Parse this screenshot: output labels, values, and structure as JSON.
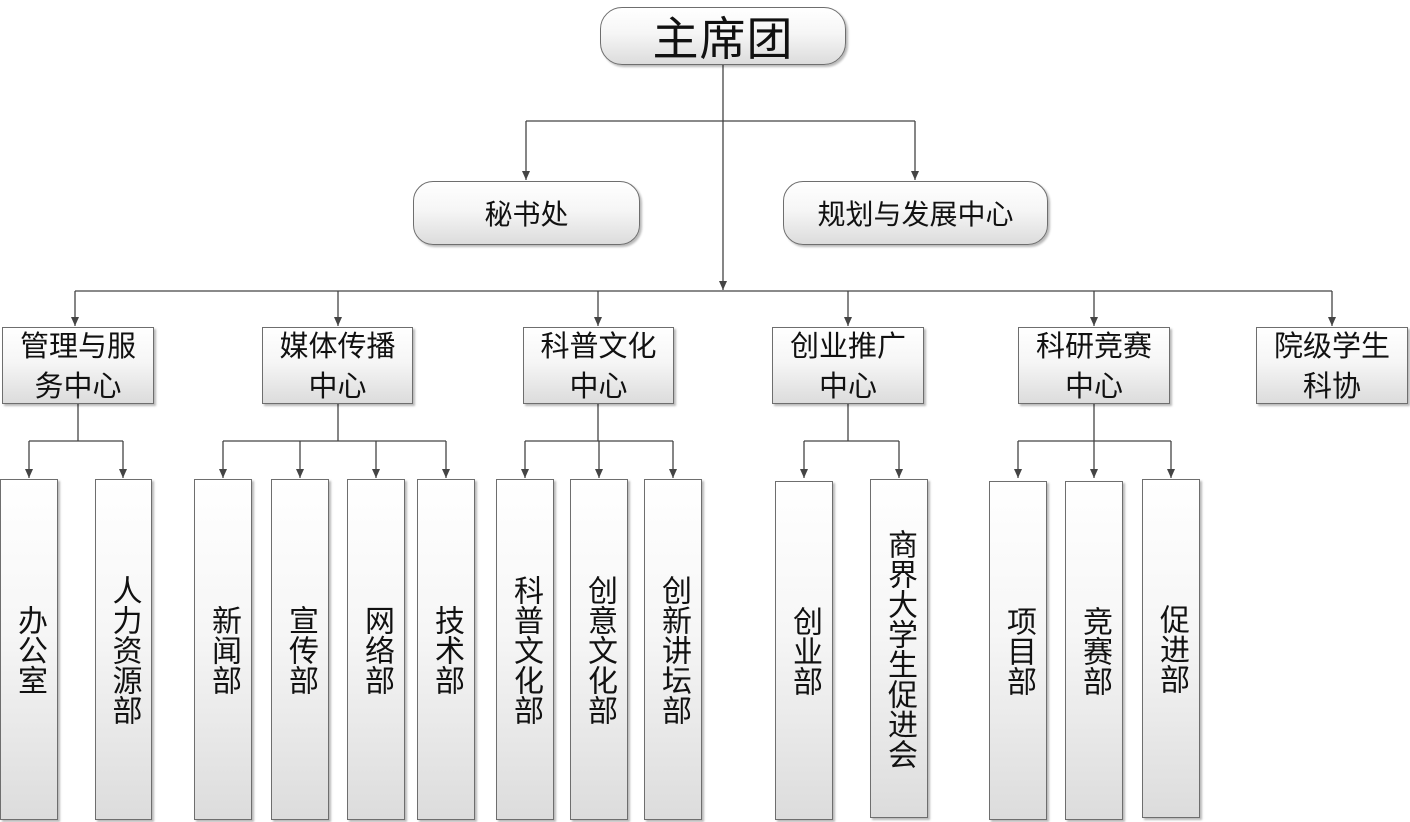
{
  "top": {
    "label": "主席团"
  },
  "level1": [
    {
      "id": "mishuchu",
      "label": "秘书处"
    },
    {
      "id": "guihua",
      "label": "规划与发展中心"
    }
  ],
  "centers": [
    {
      "id": "guanli",
      "label": "管理与服务中心",
      "departments": [
        {
          "id": "bangongshi",
          "label": "办公室"
        },
        {
          "id": "renliziyuan",
          "label": "人力资源部"
        }
      ]
    },
    {
      "id": "meiti",
      "label": "媒体传播中心",
      "departments": [
        {
          "id": "xinwen",
          "label": "新闻部"
        },
        {
          "id": "xuanchuan",
          "label": "宣传部"
        },
        {
          "id": "wangluo",
          "label": "网络部"
        },
        {
          "id": "jishu",
          "label": "技术部"
        }
      ]
    },
    {
      "id": "kepu",
      "label": "科普文化中心",
      "departments": [
        {
          "id": "kepuwenhua",
          "label": "科普文化部"
        },
        {
          "id": "chuangyi",
          "label": "创意文化部"
        },
        {
          "id": "chuangxin",
          "label": "创新讲坛部"
        }
      ]
    },
    {
      "id": "chuangye",
      "label": "创业推广中心",
      "departments": [
        {
          "id": "chuangyebu",
          "label": "创业部"
        },
        {
          "id": "shangjie",
          "label": "商界大学生促进会"
        }
      ]
    },
    {
      "id": "keyan",
      "label": "科研竞赛中心",
      "departments": [
        {
          "id": "xiangmu",
          "label": "项目部"
        },
        {
          "id": "jingsai",
          "label": "竞赛部"
        },
        {
          "id": "cujin",
          "label": "促进部"
        }
      ]
    },
    {
      "id": "yuanji",
      "label": "院级学生科协",
      "departments": []
    }
  ],
  "colors": {
    "line": "#444444",
    "box_border": "#6e6e6e"
  }
}
